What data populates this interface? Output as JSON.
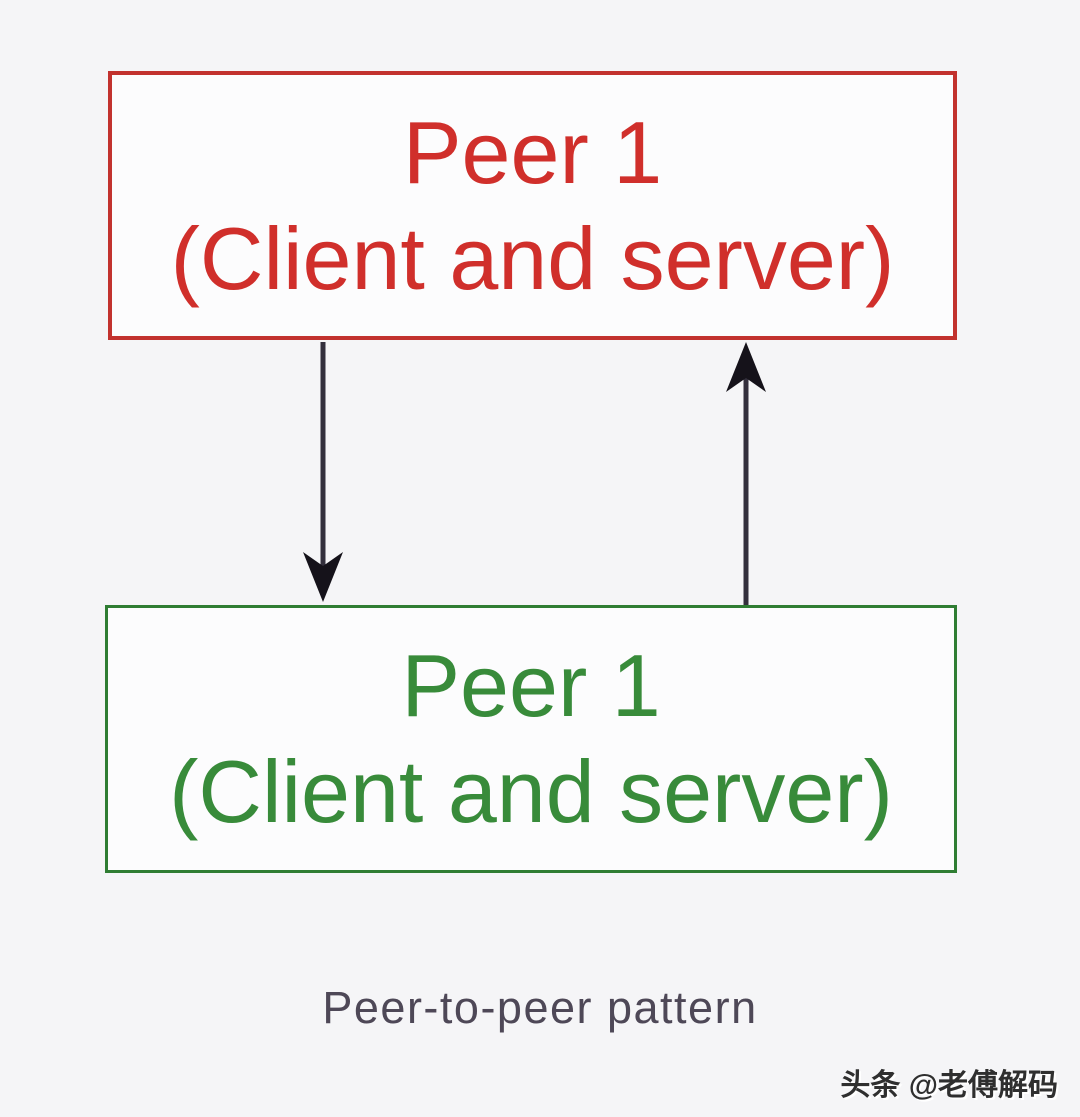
{
  "diagram": {
    "title_caption": "Peer-to-peer pattern",
    "boxes": [
      {
        "id": "peer-top",
        "line1": "Peer 1",
        "line2": "(Client and server)",
        "text_color": "#d02f2b",
        "border_color": "#c2322e"
      },
      {
        "id": "peer-bottom",
        "line1": "Peer 1",
        "line2": "(Client and server)",
        "text_color": "#388b3a",
        "border_color": "#2f7d33"
      }
    ],
    "arrows": [
      {
        "id": "arrow-down",
        "direction": "down",
        "from": "peer-top",
        "to": "peer-bottom"
      },
      {
        "id": "arrow-up",
        "direction": "up",
        "from": "peer-bottom",
        "to": "peer-top"
      }
    ],
    "arrow_shaft_color": "#332f3c",
    "arrow_head_color": "#15121a",
    "background_color": "#f5f5f7",
    "watermark": "头条 @老傅解码"
  }
}
